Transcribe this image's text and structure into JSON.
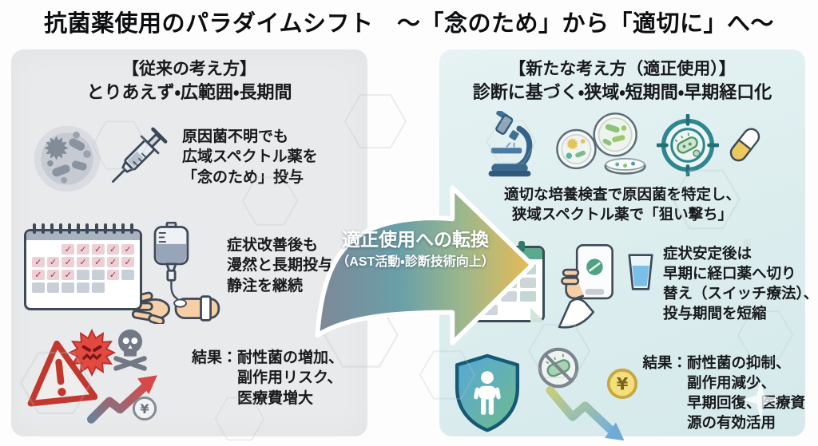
{
  "title": "抗菌薬使用のパラダイムシフト　～「念のため」から「適切に」へ～",
  "glyphs": {
    "check": "✓",
    "yen": "¥"
  },
  "colors": {
    "left_panel_bg": "#e9eaeb",
    "right_panel_bg": "#ddeef0",
    "alert_red": "#c2382e",
    "germ_red": "#e24a41",
    "icon_gray": "#717986",
    "teal": "#2e8691",
    "shield_blue": "#57a7d8",
    "shield_green": "#6fbb8d",
    "arrow_gradient_start": "#7e8898",
    "arrow_gradient_mid": "#699fa8",
    "arrow_gradient_end": "#e7bb54"
  },
  "left_panel": {
    "heading": {
      "line1": "【従来の考え方】",
      "line2": "とりあえず・広範囲・長期間"
    },
    "row1": {
      "text": {
        "line1": "原因菌不明でも",
        "line2": "広域スペクトル薬を",
        "line3": "「念のため」投与"
      }
    },
    "row2": {
      "text": {
        "line1": "症状改善後も",
        "line2": "漫然と長期投与、",
        "line3": "静注を継続"
      }
    },
    "row3": {
      "text": {
        "line1": "結果：耐性菌の増加、",
        "line2": "副作用リスク、",
        "line3": "医療費増大"
      }
    }
  },
  "center_arrow": {
    "line1": "適正使用への転換",
    "line2": "（AST活動・診断技術向上）"
  },
  "right_panel": {
    "heading": {
      "line1": "【新たな考え方（適正使用）】",
      "line2": "診断に基づく・狭域・短期間・早期経口化"
    },
    "row1": {
      "text": {
        "line1": "適切な培養検査で原因菌を特定し、",
        "line2": "狭域スペクトル薬で「狙い撃ち」"
      }
    },
    "row2": {
      "text": {
        "line1": "症状安定後は",
        "line2": "早期に経口薬へ切り",
        "line3": "替え（スイッチ療法）、",
        "line4": "投与期間を短縮"
      }
    },
    "row3": {
      "text": {
        "line1": "結果：耐性菌の抑制、",
        "line2": "副作用減少、",
        "line3": "早期回復、医療資",
        "line4": "源の有効活用"
      }
    }
  }
}
